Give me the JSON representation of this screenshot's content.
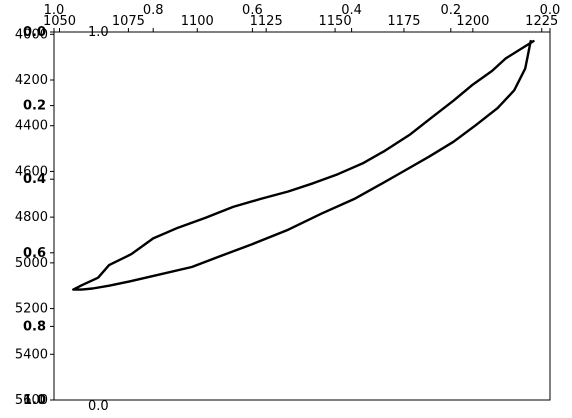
{
  "chart_data": {
    "type": "line",
    "description_of_view": "mirrored (transformed) line chart rendered upside-down and left-right flipped",
    "x_axis_top": {
      "ticks": [
        1050,
        1075,
        1100,
        1125,
        1150,
        1175,
        1200,
        1225
      ],
      "labels": [
        "1050",
        "1075",
        "1100",
        "1125",
        "1150",
        "1175",
        "1200",
        "1225"
      ],
      "lim": [
        1048,
        1228
      ]
    },
    "y_axis_left": {
      "ticks": [
        4000,
        4200,
        4400,
        4600,
        4800,
        5000,
        5200,
        5400,
        5600
      ],
      "labels": [
        "4000",
        "4200",
        "4400",
        "4600",
        "4800",
        "5000",
        "5200",
        "5400",
        "5600"
      ],
      "lim": [
        3990,
        5600
      ]
    },
    "overlay_axis_left": {
      "ticks": [
        0.0,
        0.2,
        0.4,
        0.6,
        0.8,
        1.0
      ],
      "labels": [
        "0.0",
        "0.2",
        "0.4",
        "0.6",
        "0.8",
        "1.0"
      ]
    },
    "overlay_axis_top": {
      "ticks": [
        0.0,
        0.2,
        0.4,
        0.6,
        0.8,
        1.0
      ],
      "labels": [
        "0.0",
        "0.2",
        "0.4",
        "0.6",
        "0.8",
        "1.0"
      ]
    },
    "ghost_labels": [
      "1.0",
      "0.0"
    ],
    "series": [
      {
        "color": "#000000",
        "x": [
          1222,
          1218,
          1212,
          1207,
          1200,
          1193,
          1185,
          1177,
          1168,
          1160,
          1151,
          1142,
          1133,
          1123,
          1113,
          1103,
          1093,
          1084,
          1076,
          1068,
          1064,
          1058,
          1055,
          1058,
          1062,
          1068,
          1076,
          1086,
          1098,
          1108,
          1120,
          1133,
          1145,
          1157,
          1166,
          1175,
          1184,
          1193,
          1201,
          1209,
          1215,
          1219,
          1221
        ],
        "y": [
          4030,
          4060,
          4105,
          4160,
          4220,
          4290,
          4365,
          4440,
          4510,
          4565,
          4612,
          4652,
          4688,
          4720,
          4755,
          4803,
          4846,
          4893,
          4962,
          5010,
          5065,
          5098,
          5117,
          5117,
          5112,
          5100,
          5080,
          5052,
          5018,
          4972,
          4918,
          4855,
          4785,
          4720,
          4660,
          4598,
          4536,
          4470,
          4398,
          4323,
          4245,
          4150,
          4030
        ]
      }
    ]
  }
}
